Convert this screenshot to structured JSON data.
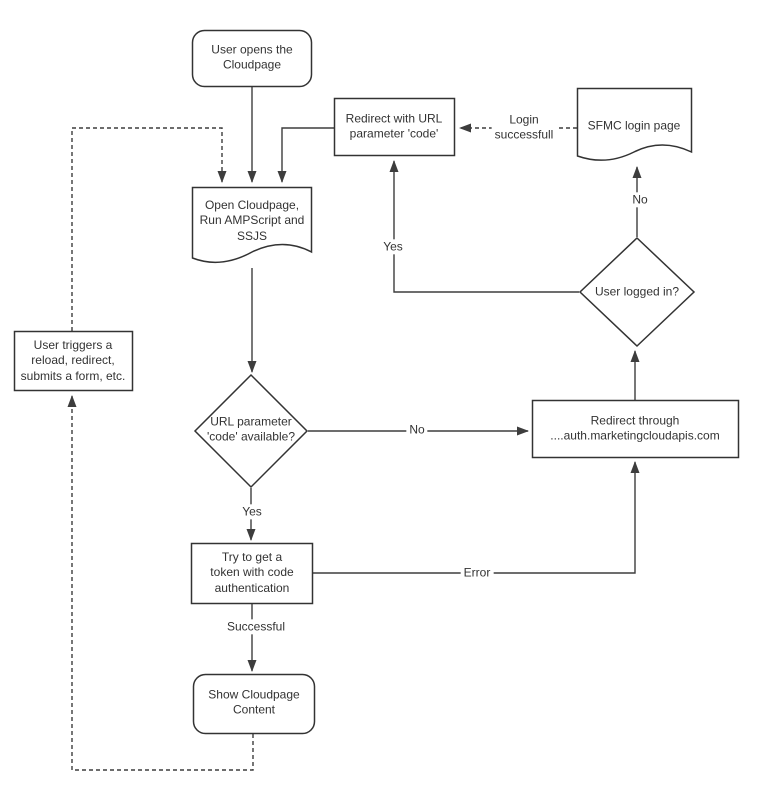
{
  "colors": {
    "background": "#ffffff",
    "shape_stroke": "#333333",
    "edge_stroke": "#3d3d3d",
    "text": "#333333"
  },
  "nodes": {
    "user_opens": {
      "type": "terminator",
      "label": "User opens the\nCloudpage"
    },
    "redirect_code": {
      "type": "process",
      "label": "Redirect with URL\nparameter 'code'"
    },
    "sfmc_login": {
      "type": "document",
      "label": "SFMC login page"
    },
    "open_cloudpage": {
      "type": "document",
      "label": "Open Cloudpage,\nRun AMPScript and\nSSJS"
    },
    "user_triggers": {
      "type": "process",
      "label": "User triggers a\nreload, redirect,\nsubmits a form, etc."
    },
    "user_logged_in": {
      "type": "decision",
      "label": "User logged in?"
    },
    "url_code_available": {
      "type": "decision",
      "label": "URL parameter\n'code' available?"
    },
    "redirect_through": {
      "type": "process",
      "label": "Redirect through\n....auth.marketingcloudapis.com"
    },
    "try_token": {
      "type": "process",
      "label": "Try to get a\ntoken with code\nauthentication"
    },
    "show_content": {
      "type": "terminator",
      "label": "Show Cloudpage\nContent"
    }
  },
  "edge_labels": {
    "login_successful": "Login\nsuccessfull",
    "no_login": "No",
    "yes_login": "Yes",
    "no_code": "No",
    "yes_code": "Yes",
    "error": "Error",
    "successful": "Successful"
  }
}
